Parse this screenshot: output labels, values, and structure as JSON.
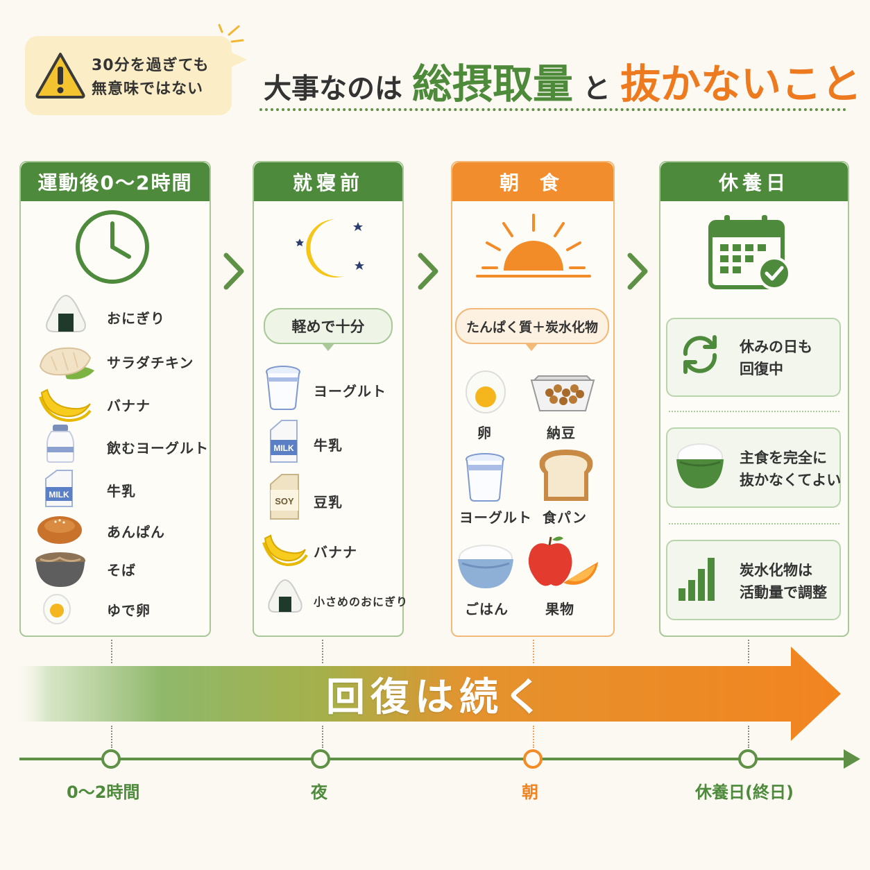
{
  "warning": {
    "line1": "30分を過ぎても",
    "line2": "無意味ではない"
  },
  "title": {
    "part1": "大事なのは",
    "part2": "総摂取量",
    "part3": "と",
    "part4": "抜かないこと"
  },
  "columns": [
    {
      "header": "運動後0〜2時間",
      "icon": "clock-icon",
      "items": [
        "おにぎり",
        "サラダチキン",
        "バナナ",
        "飲むヨーグルト",
        "牛乳",
        "あんぱん",
        "そば",
        "ゆで卵"
      ]
    },
    {
      "header": "就寝前",
      "icon": "moon-icon",
      "note": "軽めで十分",
      "items": [
        "ヨーグルト",
        "牛乳",
        "豆乳",
        "バナナ",
        "小さめのおにぎり"
      ]
    },
    {
      "header": "朝 食",
      "icon": "sunrise-icon",
      "note": "たんぱく質＋炭水化物",
      "items": [
        "卵",
        "納豆",
        "ヨーグルト",
        "食パン",
        "ごはん",
        "果物"
      ]
    },
    {
      "header": "休養日",
      "icon": "calendar-check-icon",
      "cards": [
        {
          "icon": "recycle-icon",
          "line1": "休みの日も",
          "line2": "回復中"
        },
        {
          "icon": "rice-bowl-icon",
          "line1": "主食を完全に",
          "line2": "抜かなくてよい"
        },
        {
          "icon": "bar-chart-icon",
          "line1": "炭水化物は",
          "line2": "活動量で調整"
        }
      ]
    }
  ],
  "package_labels": {
    "milk": "MILK",
    "soy": "SOY"
  },
  "arrow_text": "回復は続く",
  "timeline": [
    "0〜2時間",
    "夜",
    "朝",
    "休養日(終日)"
  ],
  "colors": {
    "green": "#4e8a3c",
    "orange": "#f18d2c",
    "background": "#fbf9f1"
  }
}
